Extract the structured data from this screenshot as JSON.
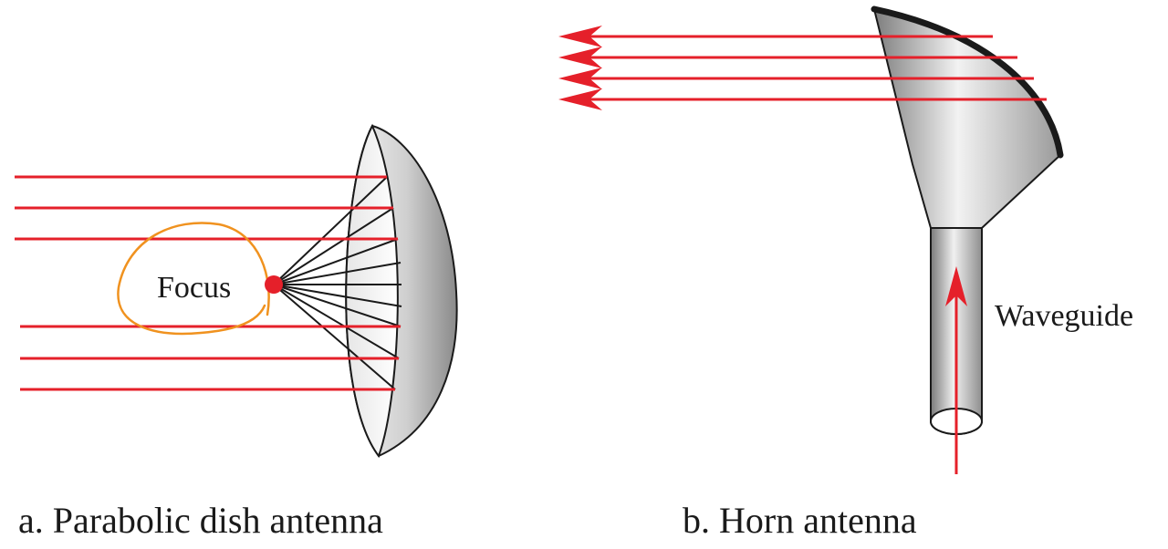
{
  "parabolic": {
    "caption": "a. Parabolic dish antenna",
    "focus_label": "Focus"
  },
  "horn": {
    "caption": "b. Horn antenna",
    "waveguide_label": "Waveguide"
  },
  "colors": {
    "ray": "#e5202a",
    "focus_point": "#e5202a",
    "annotation": "#f0921f",
    "metal_light": "#f2f2f2",
    "metal_dark": "#8c8c8c",
    "outline": "#1a1a1a"
  }
}
